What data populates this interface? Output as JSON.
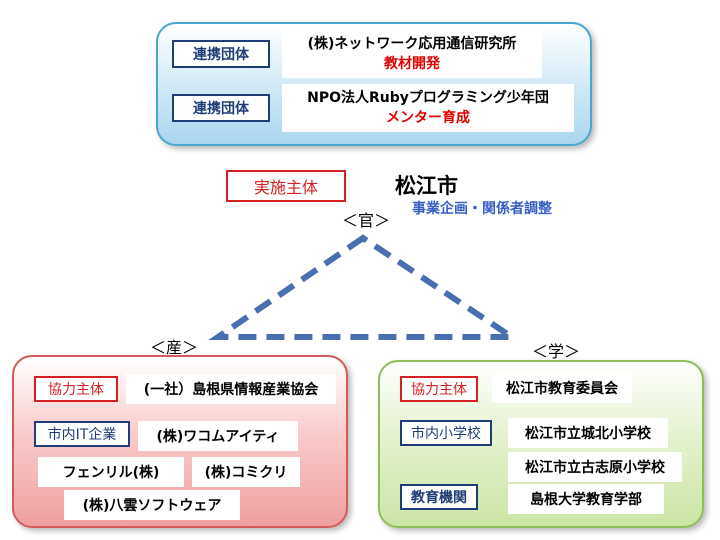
{
  "partners": [
    {
      "tag": "連携団体",
      "name": "(株)ネットワーク応用通信研究所",
      "role": "教材開発"
    },
    {
      "tag": "連携団体",
      "name": "NPO法人Rubyプログラミング少年団",
      "role": "メンター育成"
    }
  ],
  "main_actor": {
    "tag": "実施主体",
    "name": "松江市",
    "desc": "事業企画・関係者調整"
  },
  "vertices": {
    "government": "＜官＞",
    "industry": "＜産＞",
    "academia": "＜学＞"
  },
  "industry": {
    "coop_tag": "協力主体",
    "coop_name": "(一社）島根県情報産業協会",
    "it_tag": "市内IT企業",
    "companies": [
      "(株)ワコムアイティ",
      "フェンリル(株)",
      "(株)コミクリ",
      "(株)八雲ソフトウェア"
    ]
  },
  "academia": {
    "coop_tag": "協力主体",
    "coop_name": "松江市教育委員会",
    "school_tag": "市内小学校",
    "schools": [
      "松江市立城北小学校",
      "松江市立古志原小学校"
    ],
    "inst_tag": "教育機関",
    "institution": "島根大学教育学部"
  },
  "colors": {
    "navy": "#1f3d78",
    "red": "#d42020",
    "dash_blue": "#4a6fb0",
    "desc_blue": "#3a5fc4"
  }
}
